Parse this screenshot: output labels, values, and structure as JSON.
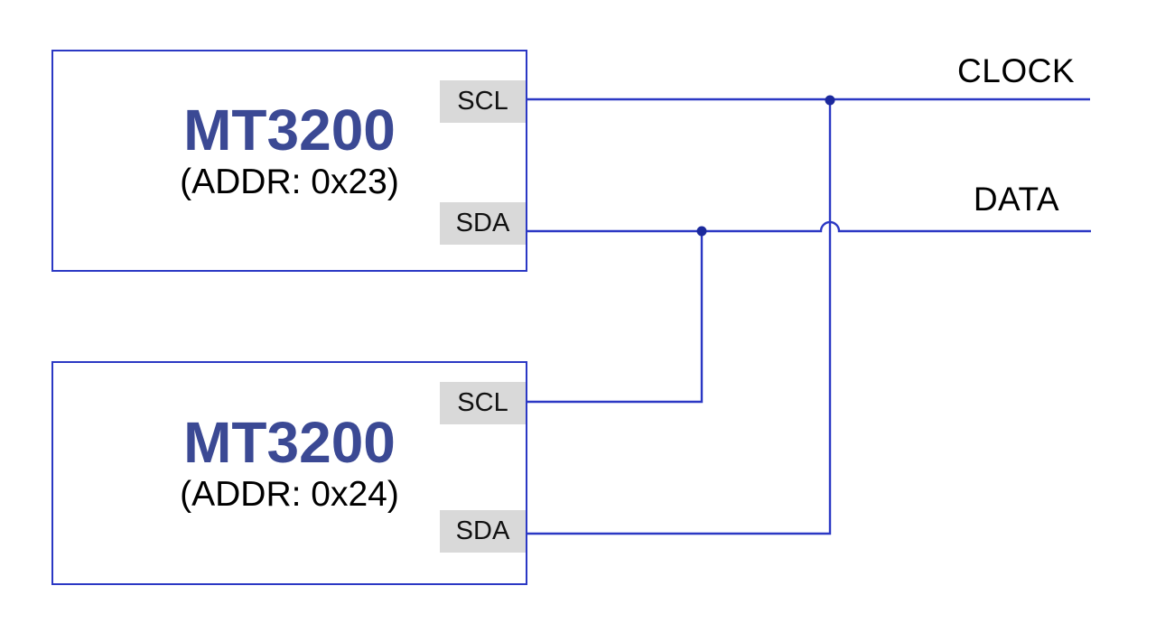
{
  "diagram": {
    "type": "schematic",
    "colors": {
      "background": "#ffffff",
      "wire": "#2b38c4",
      "box_border": "#2b38c4",
      "junction": "#1b299c",
      "device_title": "#3b4994",
      "subtitle_text": "#000000",
      "pin_background": "#d9d9d9",
      "pin_text": "#111111",
      "bus_label_text": "#000000"
    },
    "devices": [
      {
        "title": "MT3200",
        "subtitle": "(ADDR: 0x23)",
        "pins": [
          {
            "label": "SCL"
          },
          {
            "label": "SDA"
          }
        ]
      },
      {
        "title": "MT3200",
        "subtitle": "(ADDR: 0x24)",
        "pins": [
          {
            "label": "SCL"
          },
          {
            "label": "SDA"
          }
        ]
      }
    ],
    "buses": [
      {
        "label": "CLOCK"
      },
      {
        "label": "DATA"
      }
    ],
    "connections": [
      {
        "from": "MT3200 (ADDR: 0x23) pin SCL",
        "to": "CLOCK bus line",
        "junction": false
      },
      {
        "from": "MT3200 (ADDR: 0x23) pin SDA",
        "to": "DATA bus line",
        "junction": false
      },
      {
        "from": "MT3200 (ADDR: 0x24) pin SCL",
        "to": "DATA bus line",
        "junction": "dot on DATA line"
      },
      {
        "from": "MT3200 (ADDR: 0x24) pin SDA",
        "to": "CLOCK bus line",
        "junction": "dot on CLOCK line"
      }
    ],
    "crossover": {
      "description": "DATA bus line hops (semicircular bump) over the vertical wire running from the CLOCK junction down to the lower device SDA pin — no electrical connection at that crossing"
    }
  }
}
